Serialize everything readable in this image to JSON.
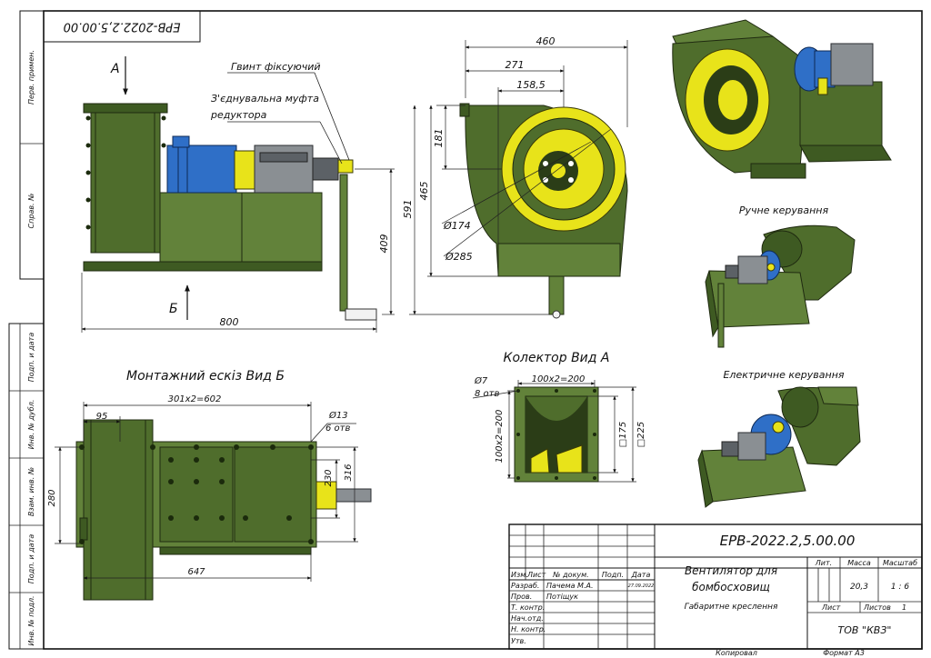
{
  "frame": {
    "stamp_code_rotated": "ЕРВ-2022.2,5.00.00",
    "side_labels": [
      "Перв. примен.",
      "Справ. №",
      "Подп. и дата",
      "Инв. № дубл.",
      "Взам. инв. №",
      "Подп. и дата",
      "Инв. № подл."
    ]
  },
  "side_view": {
    "arrow_a": "А",
    "arrow_b": "Б",
    "callout_screw": "Гвинт фіксуючий",
    "callout_coupling_1": "З'єднувальна муфта",
    "callout_coupling_2": "редуктора",
    "dim_length": "800",
    "dim_height": "409"
  },
  "front_view": {
    "dim_460": "460",
    "dim_271": "271",
    "dim_158": "158,5",
    "dim_181": "181",
    "dim_465": "465",
    "dim_591": "591",
    "dia_174": "Ø174",
    "dia_285": "Ø285"
  },
  "mount_view": {
    "title": "Монтажний ескіз  Вид Б",
    "dim_602": "301х2=602",
    "dim_95": "95",
    "hole_dia": "Ø13",
    "hole_count": "6 отв",
    "dim_280": "280",
    "dim_230": "230",
    "dim_316": "316",
    "dim_647": "647"
  },
  "collector": {
    "title": "Колектор Вид А",
    "hole_dia": "Ø7",
    "hole_count": "8 отв",
    "dim_w": "100х2=200",
    "dim_h": "100х2=200",
    "dim_175": "□175",
    "dim_225": "□225"
  },
  "renders": {
    "manual_label": "Ручне керування",
    "electric_label": "Електричне керування"
  },
  "title_block": {
    "code": "ЕРВ-2022.2,5.00.00",
    "name_1": "Вентилятор для",
    "name_2": "бомбосховищ",
    "subtitle": "Габаритне креслення",
    "col_izm": "Изм.",
    "col_list": "Лист",
    "col_doc": "№ докум.",
    "col_sign": "Подп.",
    "col_date": "Дата",
    "row_razrab": "Разраб.",
    "razrab_name": "Пачема М.А.",
    "razrab_date": "27.09.2022",
    "row_prov": "Пров.",
    "prov_name": "Потіщук",
    "row_tkontr": "Т. контр.",
    "row_nachotd": "Нач.отд.",
    "row_nkontr": "Н. контр.",
    "row_utv": "Утв.",
    "lit_label": "Лит.",
    "mass_label": "Масса",
    "scale_label": "Масштаб",
    "mass_value": "20,3",
    "scale_value": "1 : 6",
    "sheet_label": "Лист",
    "sheets_label": "Листов",
    "sheets_value": "1",
    "org": "ТОВ \"КВЗ\"",
    "copied": "Копировал",
    "format": "Формат А3"
  }
}
